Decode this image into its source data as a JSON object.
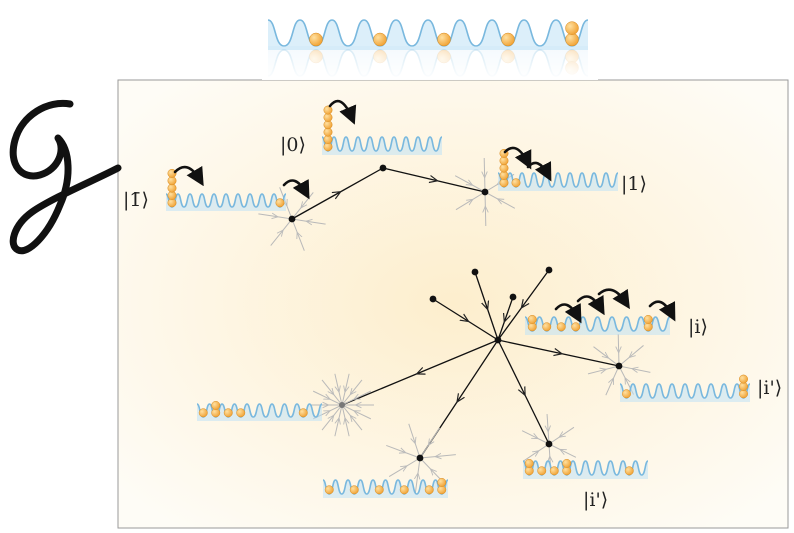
{
  "figure_letter": "G",
  "palette": {
    "panel_gradient_inner": "#fdeecd",
    "panel_gradient_outer": "#fefcf6",
    "panel_border": "#9a9a9a",
    "lattice_fill": "#bfe2f5",
    "lattice_stroke": "#79b8de",
    "particle": "#f0a132",
    "particle_highlight": "#ffe0a0",
    "edge": "#111111",
    "edge_faint": "#b9b9b9",
    "hop_arrow": "#111111"
  },
  "kets": {
    "zero": "|0⟩",
    "one_bar": "|1̄⟩",
    "one": "|1⟩",
    "i": "|i⟩",
    "i_prime": "|i'⟩",
    "i_prime_2": "|i'⟩"
  },
  "lattice_occupations": {
    "header": [
      0,
      1,
      0,
      1,
      0,
      1,
      0,
      1,
      0,
      2
    ],
    "zero": [
      6,
      0,
      0,
      0,
      0,
      0,
      0,
      0,
      0,
      0
    ],
    "one_bar": [
      5,
      0,
      0,
      0,
      0,
      0,
      0,
      0,
      0,
      1
    ],
    "one": [
      5,
      1,
      0,
      0,
      0,
      0,
      0,
      0,
      0,
      0
    ],
    "i": [
      2,
      1,
      1,
      1,
      0,
      0,
      0,
      0,
      2,
      0
    ],
    "i_prime_right": [
      1,
      0,
      0,
      0,
      0,
      0,
      0,
      0,
      0,
      3
    ],
    "left_node": [
      1,
      2,
      1,
      1,
      0,
      0,
      0,
      0,
      1,
      0
    ],
    "bottom_left": [
      1,
      0,
      1,
      0,
      1,
      0,
      1,
      0,
      1,
      2
    ],
    "i_prime_bottom": [
      2,
      1,
      1,
      2,
      0,
      0,
      0,
      0,
      1,
      0
    ]
  }
}
